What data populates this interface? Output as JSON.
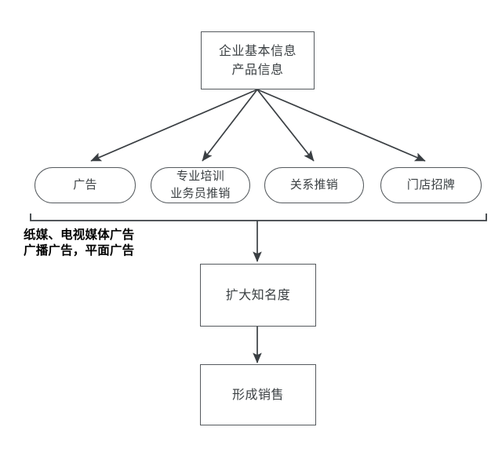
{
  "diagram": {
    "type": "flowchart",
    "background_color": "#ffffff",
    "line_color": "#3a3f43",
    "box_border_color": "#555a5e",
    "box_text_color": "#3b4043",
    "annotation_color": "#000000",
    "source_node": {
      "label": "企业基本信息\n产品信息"
    },
    "channel_nodes": [
      {
        "label": "广告"
      },
      {
        "label": "专业培训\n业务员推销"
      },
      {
        "label": "关系推销"
      },
      {
        "label": "门店招牌"
      }
    ],
    "bracket_annotation": {
      "label": "纸媒、电视媒体广告\n广播广告，平面广告"
    },
    "outcome_nodes": [
      {
        "label": "扩大知名度"
      },
      {
        "label": "形成销售"
      }
    ]
  }
}
